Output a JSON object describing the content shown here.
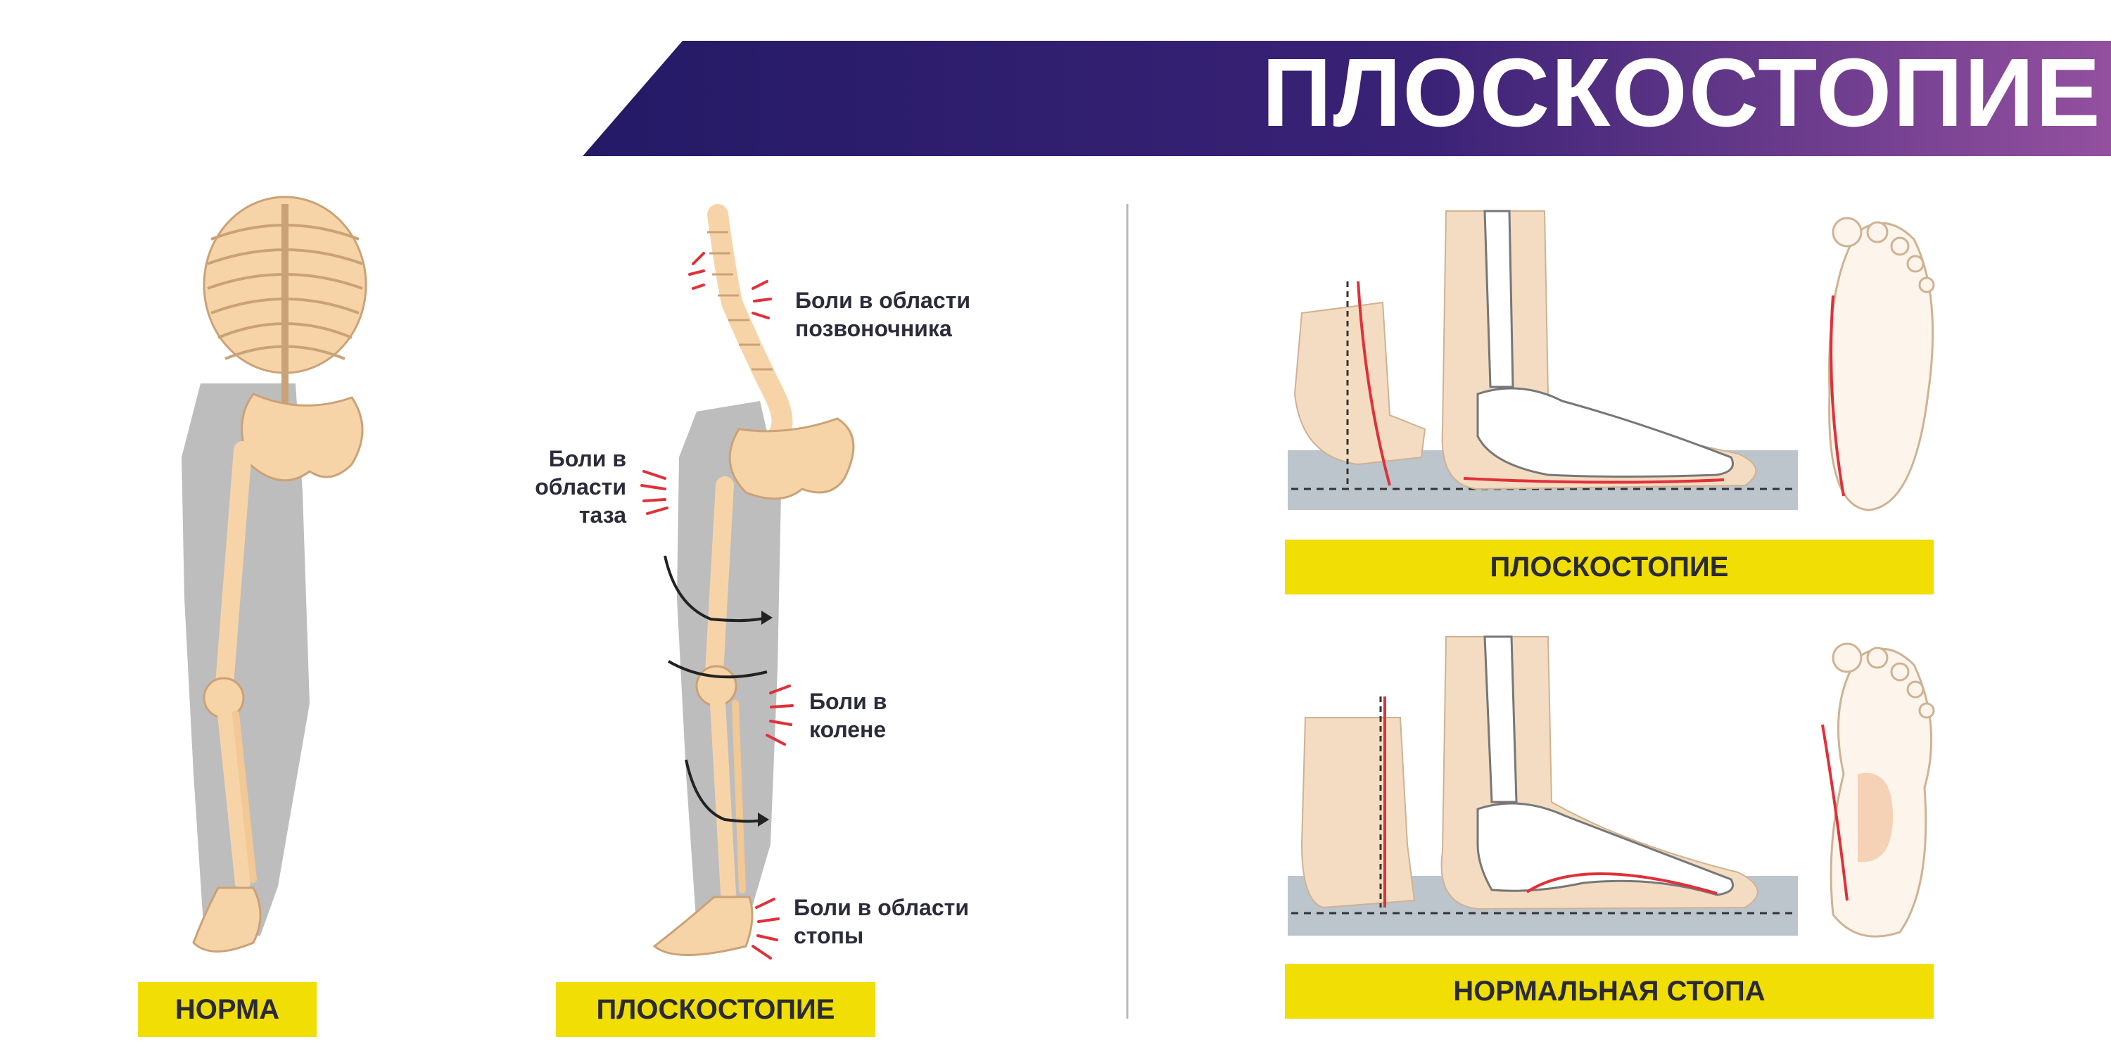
{
  "banner": {
    "title": "ПЛОСКОСТОПИЕ",
    "color_left": "#2a1d6b",
    "color_right": "#8a4aa8"
  },
  "left_panel": {
    "normal_label": "НОРМА",
    "flat_label": "ПЛОСКОСТОПИЕ",
    "pain_spine": [
      "Боли в области",
      "позвоночника"
    ],
    "pain_pelvis": [
      "Боли в",
      "области",
      "таза"
    ],
    "pain_knee": [
      "Боли в",
      "колене"
    ],
    "pain_foot": [
      "Боли в области",
      "стопы"
    ]
  },
  "right_panel": {
    "flat_caption": "ПЛОСКОСТОПИЕ",
    "normal_caption": "НОРМАЛЬНАЯ СТОПА"
  },
  "colors": {
    "caption_bg": "#f0de04",
    "bone": "#f7d4a8",
    "pain": "#e0303a",
    "shadow": "#bdbdbd"
  }
}
